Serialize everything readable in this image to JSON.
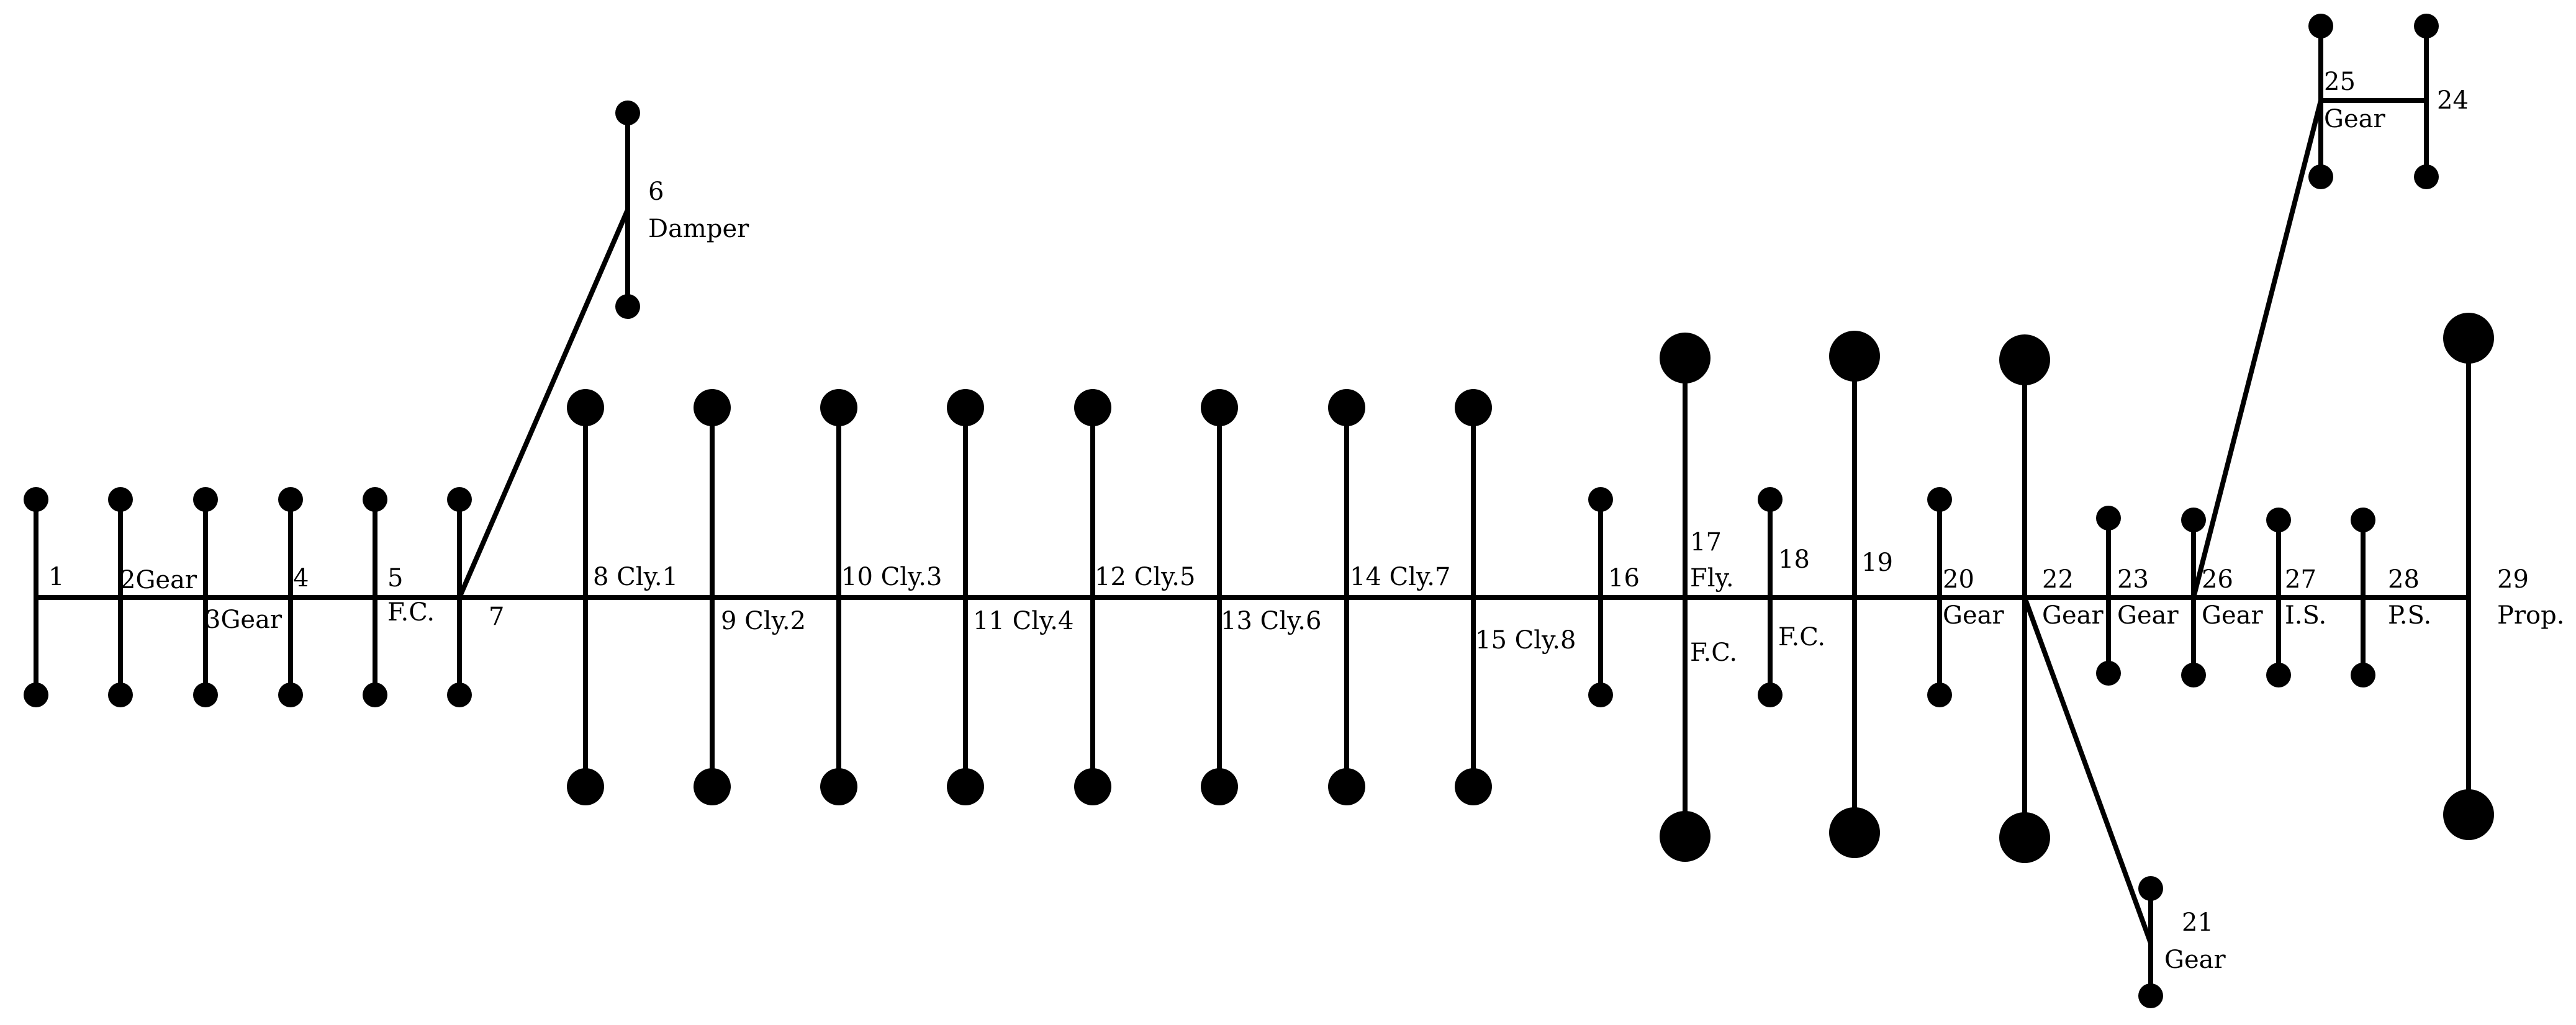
{
  "diagram": {
    "nodes": [
      {
        "id": "n1",
        "label": "1"
      },
      {
        "id": "n2",
        "label": "2Gear"
      },
      {
        "id": "n3",
        "label": "3Gear"
      },
      {
        "id": "n4",
        "label": "4"
      },
      {
        "id": "n5",
        "label": "5",
        "sub": "F.C."
      },
      {
        "id": "n6",
        "label": "6",
        "sub": "Damper"
      },
      {
        "id": "n7",
        "label": "7"
      },
      {
        "id": "n8",
        "label": "8 Cly.1"
      },
      {
        "id": "n9",
        "label": "9 Cly.2"
      },
      {
        "id": "n10",
        "label": "10 Cly.3"
      },
      {
        "id": "n11",
        "label": "11 Cly.4"
      },
      {
        "id": "n12",
        "label": "12 Cly.5"
      },
      {
        "id": "n13",
        "label": "13 Cly.6"
      },
      {
        "id": "n14",
        "label": "14 Cly.7"
      },
      {
        "id": "n15",
        "label": "15 Cly.8"
      },
      {
        "id": "n16",
        "label": "16"
      },
      {
        "id": "n17",
        "label": "17",
        "sub": "Fly.",
        "sub2": "F.C."
      },
      {
        "id": "n18",
        "label": "18",
        "sub": "F.C."
      },
      {
        "id": "n19",
        "label": "19"
      },
      {
        "id": "n20",
        "label": "20",
        "sub": "Gear"
      },
      {
        "id": "n21",
        "label": "21",
        "sub": "Gear"
      },
      {
        "id": "n22",
        "label": "22",
        "sub": "Gear"
      },
      {
        "id": "n23",
        "label": "23",
        "sub": "Gear"
      },
      {
        "id": "n24",
        "label": "24"
      },
      {
        "id": "n25",
        "label": "25",
        "sub": "Gear"
      },
      {
        "id": "n26",
        "label": "26",
        "sub": "Gear"
      },
      {
        "id": "n27",
        "label": "27",
        "sub": "I.S."
      },
      {
        "id": "n28",
        "label": "28",
        "sub": "P.S."
      },
      {
        "id": "n29",
        "label": "29",
        "sub": "Prop."
      }
    ]
  }
}
